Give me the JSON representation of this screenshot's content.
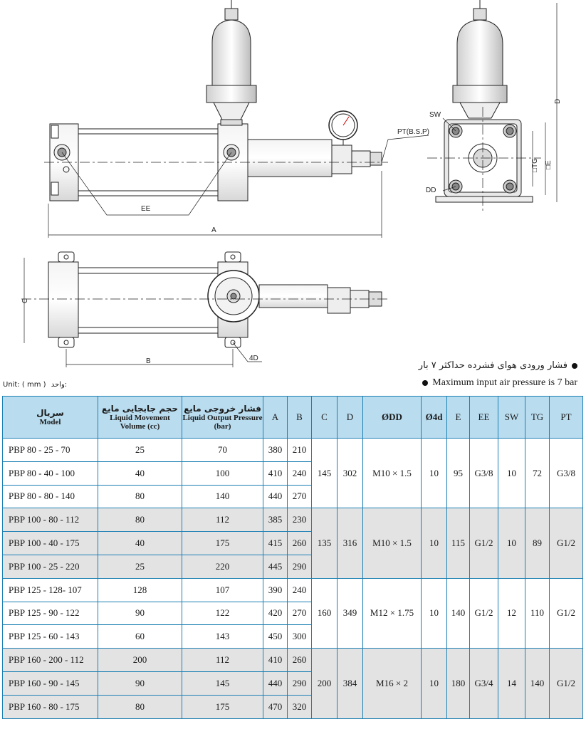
{
  "drawing": {
    "labels": {
      "ee": "EE",
      "a": "A",
      "pt": "PT(B.S.P)",
      "sw": "SW",
      "dd": "DD",
      "tg": "□TG",
      "e": "□E",
      "d": "D",
      "c": "C",
      "b": "B",
      "d4": "4D"
    }
  },
  "notes": {
    "fa": "فشار ورودی هوای فشرده حداکثر ۷ بار",
    "en": "Maximum input air pressure is 7 bar"
  },
  "unit": {
    "en": "Unit: ( mm )",
    "fa": "واحد:"
  },
  "table": {
    "headers": {
      "model_fa": "سریال",
      "model_en": "Model",
      "volume_fa": "حجم جابجایی مایع",
      "volume_en": "Liquid Movement Volume (cc)",
      "pressure_fa": "فشار خروجی مایع",
      "pressure_en": "Liquid Output Pressure (bar)",
      "a": "A",
      "b": "B",
      "c": "C",
      "d": "D",
      "odd": "ØDD",
      "o4d": "Ø4d",
      "e": "E",
      "ee": "EE",
      "sw": "SW",
      "tg": "TG",
      "pt": "PT"
    },
    "groups": [
      {
        "c": "145",
        "d": "302",
        "odd": "M10 × 1.5",
        "o4d": "10",
        "e": "95",
        "ee": "G3/8",
        "sw": "10",
        "tg": "72",
        "pt": "G3/8",
        "rows": [
          {
            "model": "PBP 80 - 25 - 70",
            "volume": "25",
            "pressure": "70",
            "a": "380",
            "b": "210"
          },
          {
            "model": "PBP 80 - 40 - 100",
            "volume": "40",
            "pressure": "100",
            "a": "410",
            "b": "240"
          },
          {
            "model": "PBP 80 - 80 - 140",
            "volume": "80",
            "pressure": "140",
            "a": "440",
            "b": "270"
          }
        ]
      },
      {
        "c": "135",
        "d": "316",
        "odd": "M10 × 1.5",
        "o4d": "10",
        "e": "115",
        "ee": "G1/2",
        "sw": "10",
        "tg": "89",
        "pt": "G1/2",
        "rows": [
          {
            "model": "PBP 100 - 80 - 112",
            "volume": "80",
            "pressure": "112",
            "a": "385",
            "b": "230"
          },
          {
            "model": "PBP 100 - 40 - 175",
            "volume": "40",
            "pressure": "175",
            "a": "415",
            "b": "260"
          },
          {
            "model": "PBP 100 - 25 - 220",
            "volume": "25",
            "pressure": "220",
            "a": "445",
            "b": "290"
          }
        ]
      },
      {
        "c": "160",
        "d": "349",
        "odd": "M12 × 1.75",
        "o4d": "10",
        "e": "140",
        "ee": "G1/2",
        "sw": "12",
        "tg": "110",
        "pt": "G1/2",
        "rows": [
          {
            "model": "PBP 125 - 128- 107",
            "volume": "128",
            "pressure": "107",
            "a": "390",
            "b": "240"
          },
          {
            "model": "PBP 125 - 90 - 122",
            "volume": "90",
            "pressure": "122",
            "a": "420",
            "b": "270"
          },
          {
            "model": "PBP 125 - 60 - 143",
            "volume": "60",
            "pressure": "143",
            "a": "450",
            "b": "300"
          }
        ]
      },
      {
        "c": "200",
        "d": "384",
        "odd": "M16 × 2",
        "o4d": "10",
        "e": "180",
        "ee": "G3/4",
        "sw": "14",
        "tg": "140",
        "pt": "G1/2",
        "rows": [
          {
            "model": "PBP 160 - 200 - 112",
            "volume": "200",
            "pressure": "112",
            "a": "410",
            "b": "260"
          },
          {
            "model": "PBP 160 - 90 - 145",
            "volume": "90",
            "pressure": "145",
            "a": "440",
            "b": "290"
          },
          {
            "model": "PBP 160 - 80 - 175",
            "volume": "80",
            "pressure": "175",
            "a": "470",
            "b": "320"
          }
        ]
      }
    ]
  }
}
